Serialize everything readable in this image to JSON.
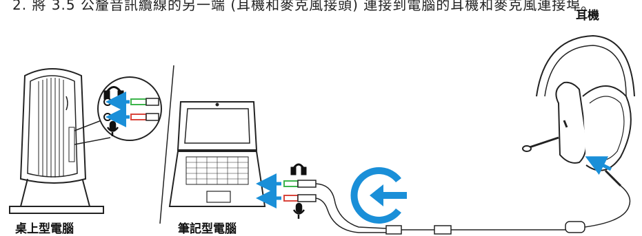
{
  "caption": "2. 將 3.5 公釐音訊纜線的另一端 (耳機和麥克風接頭) 連接到電腦的耳機和麥克風連接埠。",
  "labels": {
    "headset": "耳機",
    "desktop": "桌上型電腦",
    "laptop": "筆記型電腦"
  },
  "colors": {
    "arrow": "#1a8fd8",
    "line": "#222222",
    "headphone_plug_ring": "#3cb44b",
    "mic_plug_ring": "#d9443a"
  }
}
